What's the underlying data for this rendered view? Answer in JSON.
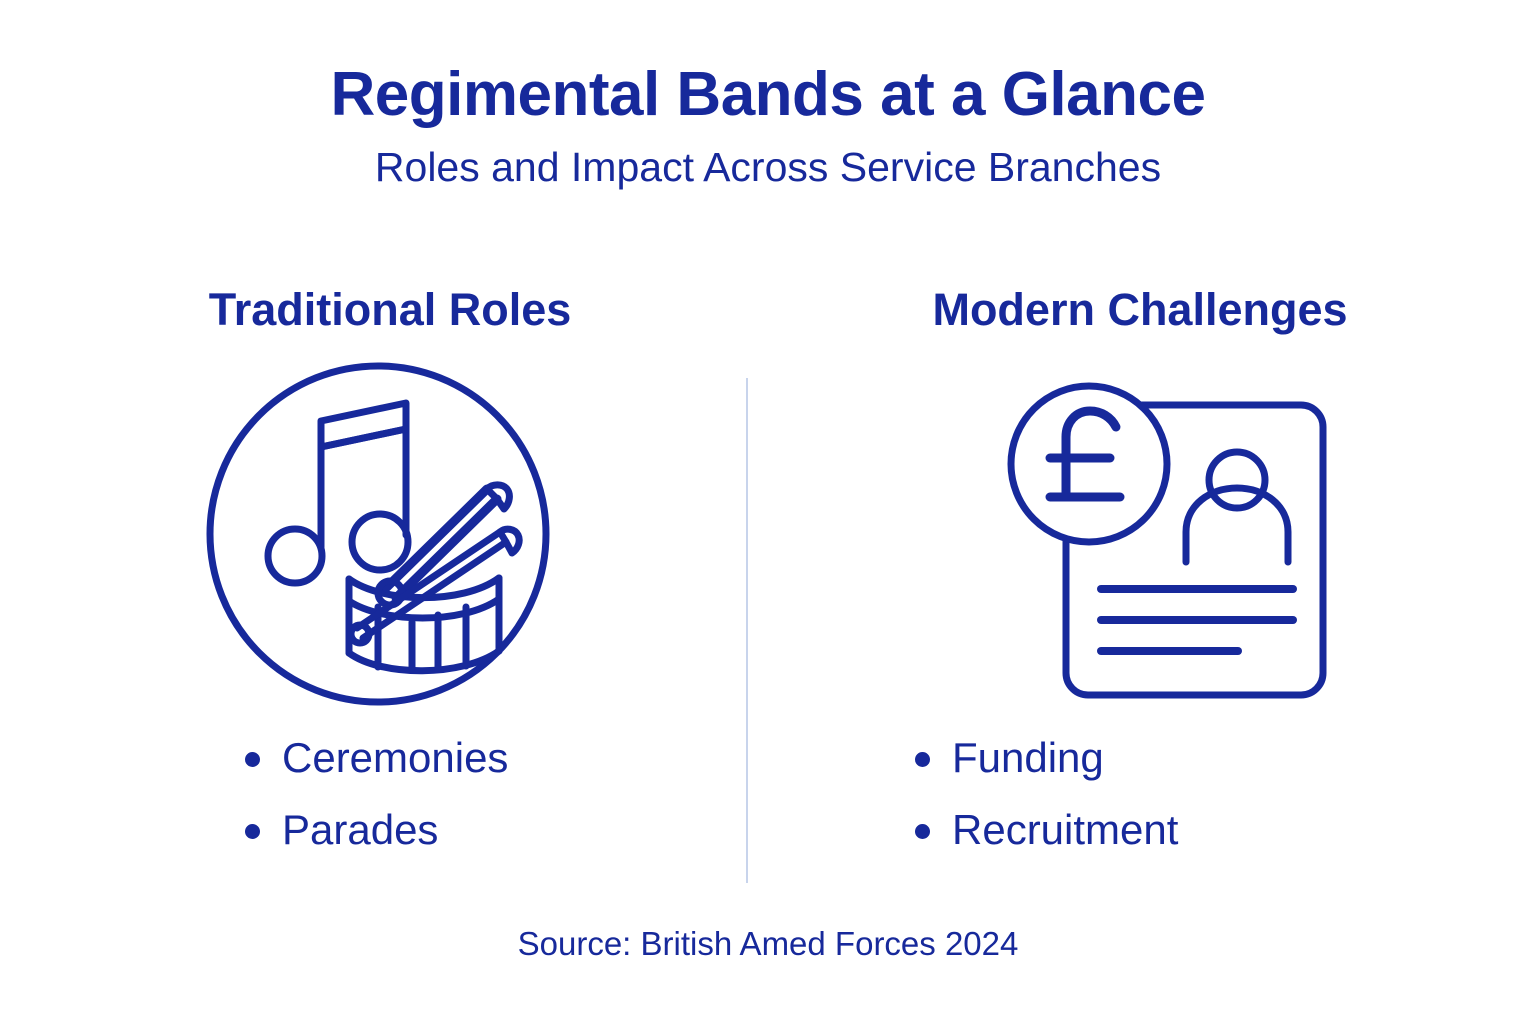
{
  "header": {
    "title": "Regimental Bands at a Glance",
    "subtitle": "Roles and Impact Across Service Branches"
  },
  "columns": [
    {
      "heading": "Traditional Roles",
      "icon": "music-note-drum-circle-icon",
      "bullets": [
        "Ceremonies",
        "Parades"
      ]
    },
    {
      "heading": "Modern Challenges",
      "icon": "funding-recruitment-document-icon",
      "bullets": [
        "Funding",
        "Recruitment"
      ]
    }
  ],
  "footer": {
    "source": "Source: British Amed Forces 2024"
  },
  "colors": {
    "brand_blue": "#17299b",
    "divider": "#c8d4ec",
    "background": "#ffffff"
  }
}
